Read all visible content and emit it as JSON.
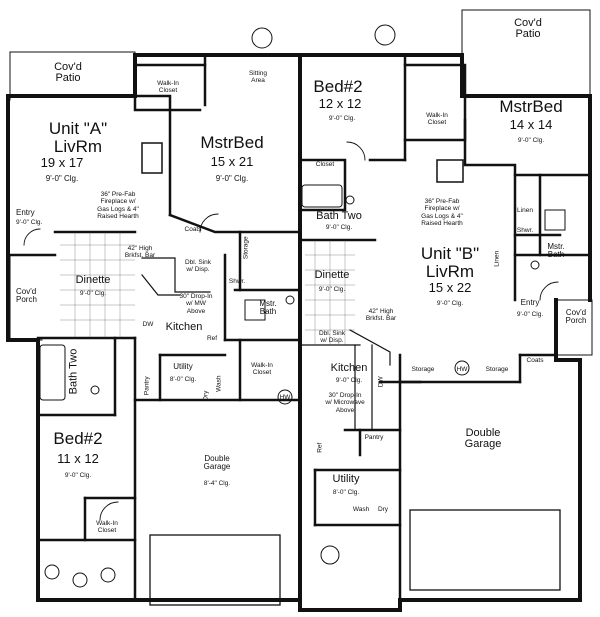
{
  "unit_a": {
    "covd_patio": "Cov'd\nPatio",
    "livrm_title": "Unit \"A\"\nLivRm",
    "livrm_size": "19 x 17",
    "livrm_clg": "9'-0\" Clg.",
    "entry": "Entry",
    "entry_clg": "9'-0\" Clg.",
    "covd_porch": "Cov'd\nPorch",
    "walkin_closet": "Walk-In\nCloset",
    "sitting_area": "Sitting\nArea",
    "mstr_bed": "MstrBed",
    "mstr_bed_size": "15 x 21",
    "mstr_bed_clg": "9'-0\" Clg.",
    "fireplace_note": "36\" Pre-Fab\nFireplace w/\nGas Logs & 4\"\nRaised Hearth",
    "coats": "Coats",
    "brkfst_bar": "42\" High\nBrkfst. Bar",
    "dinette": "Dinette",
    "dinette_clg": "9'-0\" Clg.",
    "dbl_sink": "Dbl. Sink\nw/ Disp.",
    "dropin": "30\" Drop-In\nw/ MW\nAbove",
    "storage": "Storage",
    "shwr": "Shwr.",
    "mstr_bath": "Mstr.\nBath",
    "kitchen": "Kitchen",
    "dw": "DW",
    "ref": "Ref",
    "utility": "Utility",
    "utility_clg": "8'-0\" Clg.",
    "pantry": "Pantry",
    "dry": "Dry",
    "wash": "Wash",
    "walkin_closet2": "Walk-In\nCloset",
    "hw": "HW",
    "bath_two": "Bath Two",
    "bed2": "Bed#2",
    "bed2_size": "11 x 12",
    "bed2_clg": "9'-0\" Clg.",
    "walkin_closet3": "Walk-In\nCloset",
    "garage": "Double\nGarage",
    "garage_clg": "8'-4\" Clg."
  },
  "unit_b": {
    "covd_patio": "Cov'd\nPatio",
    "bed2": "Bed#2",
    "bed2_size": "12 x 12",
    "bed2_clg": "9'-0\" Clg.",
    "walkin_closet": "Walk-In\nCloset",
    "mstr_bed": "MstrBed",
    "mstr_bed_size": "14 x 14",
    "mstr_bed_clg": "9'-0\" Clg.",
    "closet": "Closet",
    "fireplace_note": "36\" Pre-Fab\nFireplace w/\nGas Logs & 4\"\nRaised Hearth",
    "linen": "Linen",
    "shwr": "Shwr.",
    "bath_two": "Bath Two",
    "bath_two_clg": "9'-0\" Clg.",
    "livrm_title": "Unit \"B\"\nLivRm",
    "livrm_size": "15 x 22",
    "livrm_clg": "9'-0\" Clg.",
    "mstr_bath": "Mstr.\nBath",
    "linen2": "Linen",
    "dinette": "Dinette",
    "dinette_clg": "9'-0\" Clg.",
    "brkfst_bar": "42\" High\nBrkfst. Bar",
    "dbl_sink": "Dbl. Sink\nw/ Disp.",
    "entry": "Entry",
    "entry_clg": "9'-0\" Clg.",
    "covd_porch": "Cov'd\nPorch",
    "coats": "Coats",
    "storage1": "Storage",
    "hw": "HW",
    "storage2": "Storage",
    "kitchen": "Kitchen",
    "kitchen_clg": "9'-0\" Clg.",
    "dw": "DW",
    "dropin": "30\" Drop-In\nw/ Microwave\nAbove",
    "pantry": "Pantry",
    "ref": "Ref",
    "utility": "Utility",
    "utility_clg": "8'-0\" Clg.",
    "wash": "Wash",
    "dry": "Dry",
    "garage": "Double\nGarage"
  }
}
